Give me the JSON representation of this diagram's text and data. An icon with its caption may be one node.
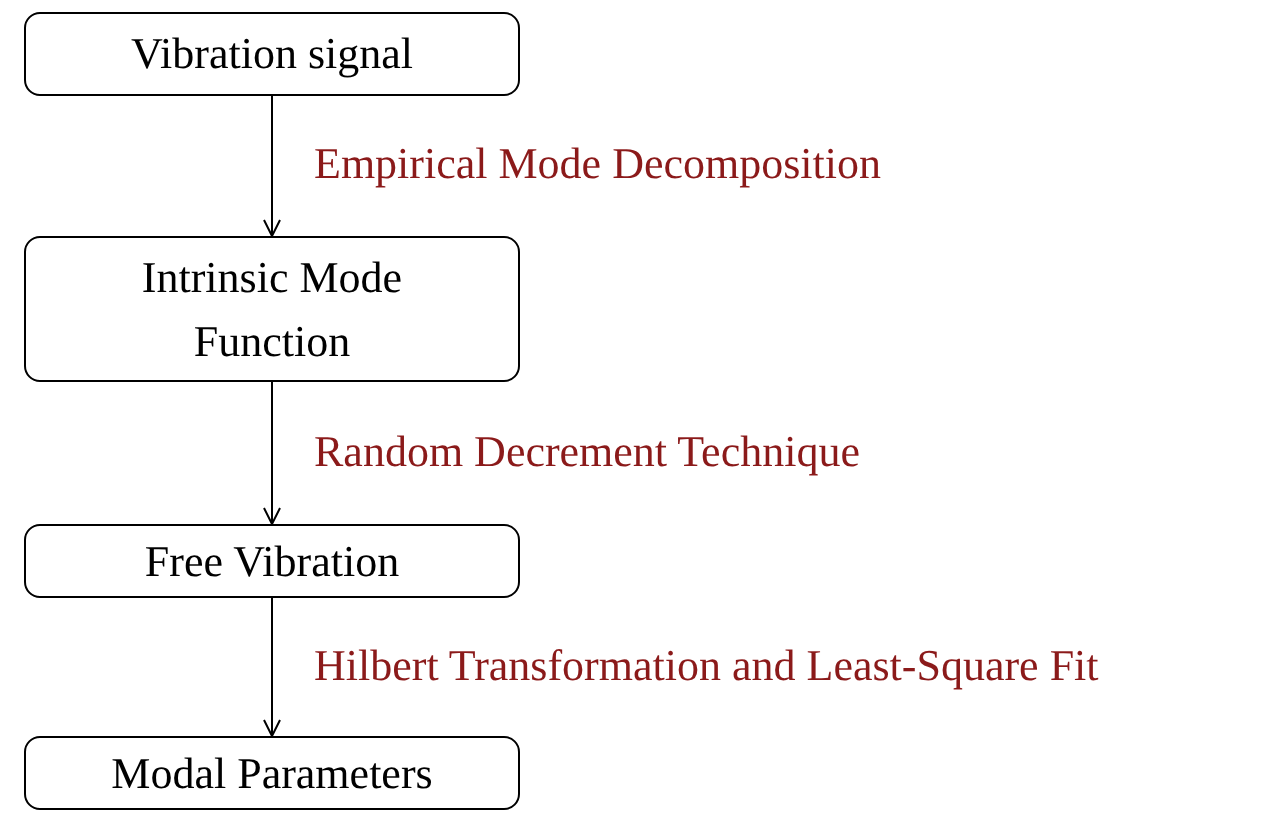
{
  "diagram": {
    "nodes": [
      {
        "text": [
          "Vibration signal"
        ]
      },
      {
        "text": [
          "Intrinsic Mode Function"
        ]
      },
      {
        "text": [
          "Free Vibration"
        ]
      },
      {
        "text": [
          "Modal Parameters"
        ]
      }
    ],
    "edges": [
      {
        "from": 0,
        "to": 1,
        "arrow": "to",
        "label": "Empirical Mode Decomposition"
      },
      {
        "from": 1,
        "to": 2,
        "arrow": "to",
        "label": "Random Decrement Technique"
      },
      {
        "from": 2,
        "to": 3,
        "arrow": "to",
        "label": "Hilbert Transformation and Least-Square Fit"
      }
    ]
  }
}
